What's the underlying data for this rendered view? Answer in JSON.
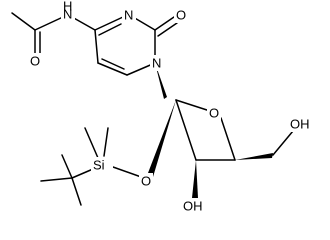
{
  "molecule": {
    "atoms": {
      "n_amide": "N",
      "h_amide": "H",
      "n3": "N",
      "o_carbonyl_ring": "O",
      "n1": "N",
      "o_acetyl": "O",
      "o_furanose": "O",
      "o_hydroxymethyl": "OH",
      "o_hydroxyl_3": "OH",
      "si": "Si",
      "o_silyl_ether": "O"
    }
  }
}
